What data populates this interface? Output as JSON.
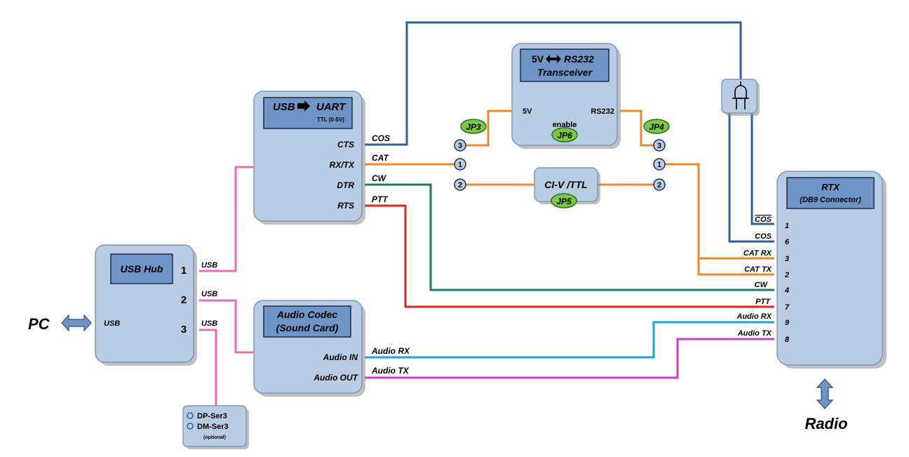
{
  "blocks": {
    "usb_uart": {
      "title": "USB",
      "title2": "UART",
      "subtitle": "TTL (0-5V)",
      "pins": [
        "CTS",
        "RX/TX",
        "DTR",
        "RTS"
      ]
    },
    "transceiver": {
      "title1": "5V",
      "title1b": "RS232",
      "title2": "Transceiver",
      "left": "5V",
      "right": "RS232",
      "enable": "enable"
    },
    "usb_hub": {
      "title": "USB Hub",
      "ports": [
        "1",
        "2",
        "3"
      ],
      "usb_label": "USB"
    },
    "audio_codec": {
      "title1": "Audio Codec",
      "title2": "(Sound Card)",
      "pins": [
        "Audio IN",
        "Audio OUT"
      ]
    },
    "rtx": {
      "title1": "RTX",
      "title2": "(DB9 Connector)",
      "pins": [
        {
          "signal": "COS",
          "number": "1"
        },
        {
          "signal": "COS",
          "number": "6"
        },
        {
          "signal": "CAT RX",
          "number": "3"
        },
        {
          "signal": "CAT TX",
          "number": "2"
        },
        {
          "signal": "CW",
          "number": "4"
        },
        {
          "signal": "PTT",
          "number": "7"
        },
        {
          "signal": "Audio RX",
          "number": "9"
        },
        {
          "signal": "Audio TX",
          "number": "8"
        }
      ]
    },
    "ser3": {
      "items": [
        "DP-Ser3",
        "DM-Ser3"
      ],
      "note": "(optional)"
    }
  },
  "wire_labels": {
    "cos": "COS",
    "cat": "CAT",
    "cw": "CW",
    "ptt": "PTT",
    "usb1": "USB",
    "usb2": "USB",
    "usb3": "USB",
    "audio_rx": "Audio RX",
    "audio_tx": "Audio TX"
  },
  "jumpers": {
    "jp3": "JP3",
    "jp4": "JP4",
    "jp5": "JP5",
    "jp6": "JP6"
  },
  "civ": "CI-V /TTL",
  "pin_numbers": {
    "l3": "3",
    "l1": "1",
    "l2": "2",
    "r3": "3",
    "r1": "1",
    "r2": "2"
  },
  "labels": {
    "pc": "PC",
    "radio": "Radio"
  },
  "colors": {
    "box": "#b8cce4",
    "title_box": "#6f95c6",
    "usb_wire": "#e46fb3",
    "cos_wire": "#2f5f95",
    "cat_wire": "#ec8a2a",
    "cw_wire": "#1c7b63",
    "ptt_wire": "#d82626",
    "audio_rx_wire": "#1da2dc",
    "audio_tx_wire": "#c83cc6",
    "jumper": "#7ac943"
  }
}
